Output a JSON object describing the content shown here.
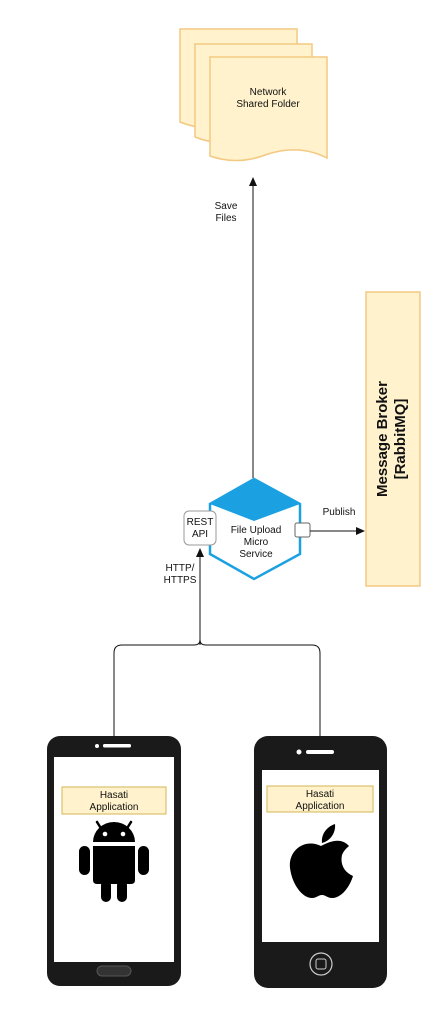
{
  "nodes": {
    "shared_folder": {
      "line1": "Network",
      "line2": "Shared Folder"
    },
    "microservice": {
      "line1": "File Upload",
      "line2": "Micro",
      "line3": "Service"
    },
    "rest_api": {
      "line1": "REST",
      "line2": "API"
    },
    "broker": {
      "line1": "Message Broker",
      "line2": "[RabbitMQ]"
    },
    "android_app": {
      "line1": "Hasati",
      "line2": "Application"
    },
    "ios_app": {
      "line1": "Hasati",
      "line2": "Application"
    }
  },
  "edges": {
    "save_files": {
      "line1": "Save",
      "line2": "Files"
    },
    "publish": {
      "label": "Publish"
    },
    "http": {
      "line1": "HTTP/",
      "line2": "HTTPS"
    }
  },
  "colors": {
    "note_fill": "#fff2cc",
    "note_stroke": "#f3c981",
    "hex_blue": "#1ba1e2",
    "phone_body": "#1a1a1a",
    "label_fill": "#fff2cc",
    "label_stroke": "#d6b656"
  },
  "icons": {
    "android": "android-icon",
    "apple": "apple-icon"
  }
}
